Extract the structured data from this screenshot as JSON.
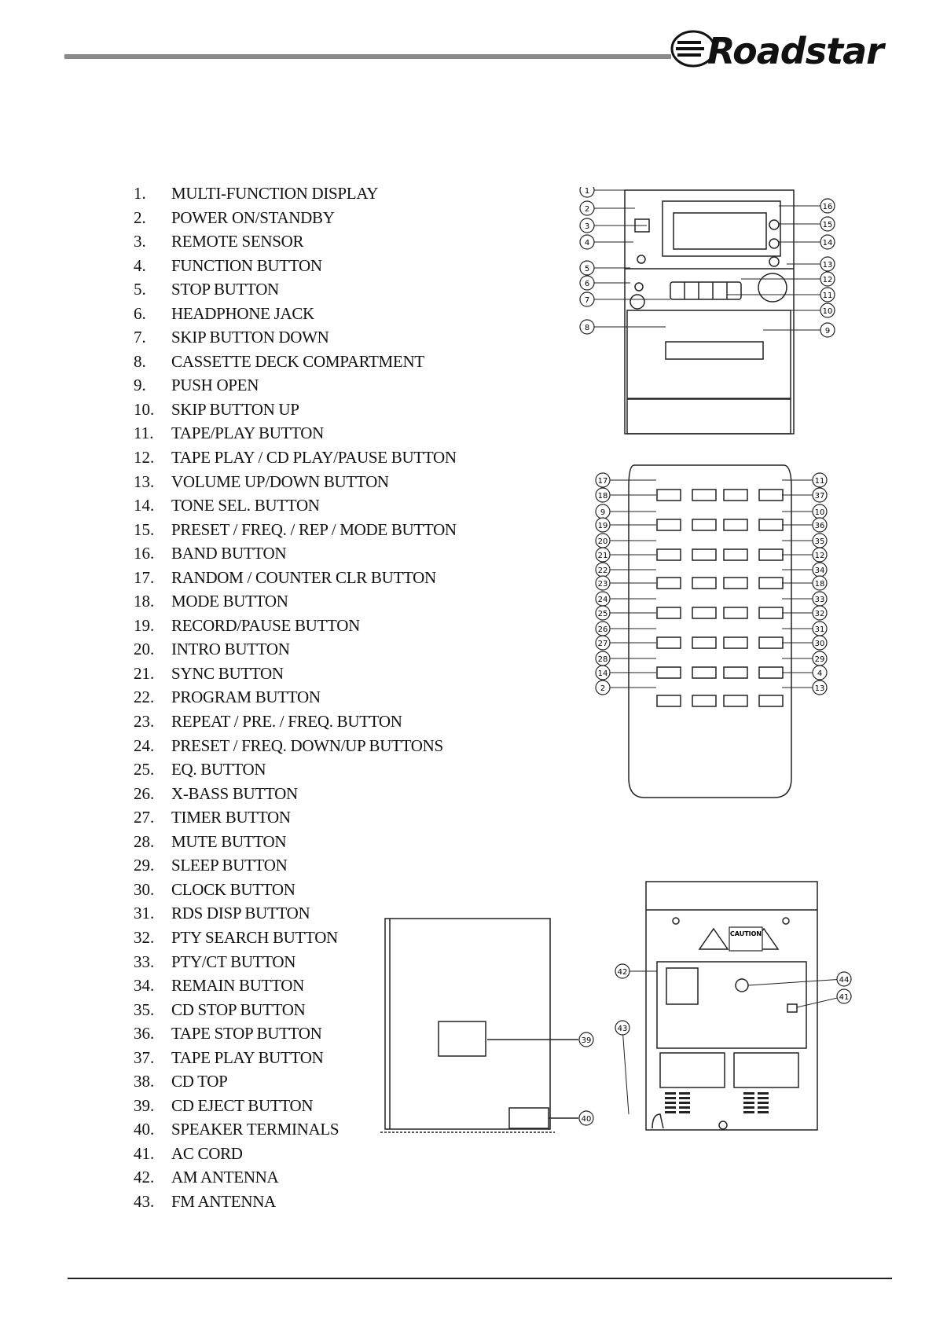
{
  "header": {
    "brand": "Roadstar"
  },
  "parts": [
    {
      "num": "1.",
      "label": "MULTI-FUNCTION DISPLAY"
    },
    {
      "num": "2.",
      "label": "POWER ON/STANDBY"
    },
    {
      "num": "3.",
      "label": "REMOTE SENSOR"
    },
    {
      "num": "4.",
      "label": "FUNCTION BUTTON"
    },
    {
      "num": "5.",
      "label": "STOP BUTTON"
    },
    {
      "num": "6.",
      "label": "HEADPHONE JACK"
    },
    {
      "num": "7.",
      "label": "SKIP BUTTON DOWN"
    },
    {
      "num": "8.",
      "label": "CASSETTE DECK COMPARTMENT"
    },
    {
      "num": "9.",
      "label": "PUSH OPEN"
    },
    {
      "num": "10.",
      "label": "SKIP BUTTON UP"
    },
    {
      "num": "11.",
      "label": "TAPE/PLAY BUTTON"
    },
    {
      "num": "12.",
      "label": "TAPE PLAY / CD PLAY/PAUSE BUTTON"
    },
    {
      "num": "13.",
      "label": "VOLUME UP/DOWN BUTTON"
    },
    {
      "num": "14.",
      "label": "TONE SEL. BUTTON"
    },
    {
      "num": "15.",
      "label": "PRESET / FREQ. / REP / MODE BUTTON"
    },
    {
      "num": "16.",
      "label": "BAND BUTTON"
    },
    {
      "num": "17.",
      "label": "RANDOM / COUNTER CLR BUTTON"
    },
    {
      "num": "18.",
      "label": "MODE BUTTON"
    },
    {
      "num": "19.",
      "label": "RECORD/PAUSE BUTTON"
    },
    {
      "num": "20.",
      "label": "INTRO BUTTON"
    },
    {
      "num": "21.",
      "label": "SYNC BUTTON"
    },
    {
      "num": "22.",
      "label": "PROGRAM BUTTON"
    },
    {
      "num": "23.",
      "label": "REPEAT / PRE. / FREQ. BUTTON"
    },
    {
      "num": "24.",
      "label": "PRESET / FREQ. DOWN/UP BUTTONS"
    },
    {
      "num": "25.",
      "label": "EQ. BUTTON"
    },
    {
      "num": "26.",
      "label": "X-BASS BUTTON"
    },
    {
      "num": "27.",
      "label": "TIMER BUTTON"
    },
    {
      "num": "28.",
      "label": "MUTE BUTTON"
    },
    {
      "num": "29.",
      "label": "SLEEP BUTTON"
    },
    {
      "num": "30.",
      "label": "CLOCK BUTTON"
    },
    {
      "num": "31.",
      "label": "RDS DISP BUTTON"
    },
    {
      "num": "32.",
      "label": "PTY SEARCH BUTTON"
    },
    {
      "num": "33.",
      "label": "PTY/CT BUTTON"
    },
    {
      "num": "34.",
      "label": "REMAIN BUTTON"
    },
    {
      "num": "35.",
      "label": "CD STOP BUTTON"
    },
    {
      "num": "36.",
      "label": "TAPE STOP BUTTON"
    },
    {
      "num": "37.",
      "label": "TAPE PLAY BUTTON"
    },
    {
      "num": "38.",
      "label": "CD TOP"
    },
    {
      "num": "39.",
      "label": "CD EJECT BUTTON"
    },
    {
      "num": "40.",
      "label": "SPEAKER TERMINALS"
    },
    {
      "num": "41.",
      "label": "AC CORD"
    },
    {
      "num": "42.",
      "label": "AM ANTENNA"
    },
    {
      "num": "43.",
      "label": "FM ANTENNA"
    }
  ],
  "front_callouts": {
    "left": [
      "1",
      "2",
      "3",
      "4",
      "5",
      "6",
      "7",
      "8"
    ],
    "right": [
      "16",
      "15",
      "14",
      "13",
      "12",
      "11",
      "10",
      "9"
    ]
  },
  "remote_callouts": {
    "left": [
      "17",
      "18",
      "9",
      "19",
      "20",
      "21",
      "22",
      "23",
      "24",
      "25",
      "26",
      "27",
      "28",
      "14",
      "2"
    ],
    "right": [
      "11",
      "37",
      "10",
      "36",
      "35",
      "12",
      "34",
      "18",
      "33",
      "32",
      "31",
      "30",
      "29",
      "4",
      "13"
    ]
  },
  "side_callouts": [
    "39",
    "40"
  ],
  "rear_callouts": [
    "42",
    "43",
    "44",
    "41"
  ],
  "rear_caution_label": "CAUTION"
}
